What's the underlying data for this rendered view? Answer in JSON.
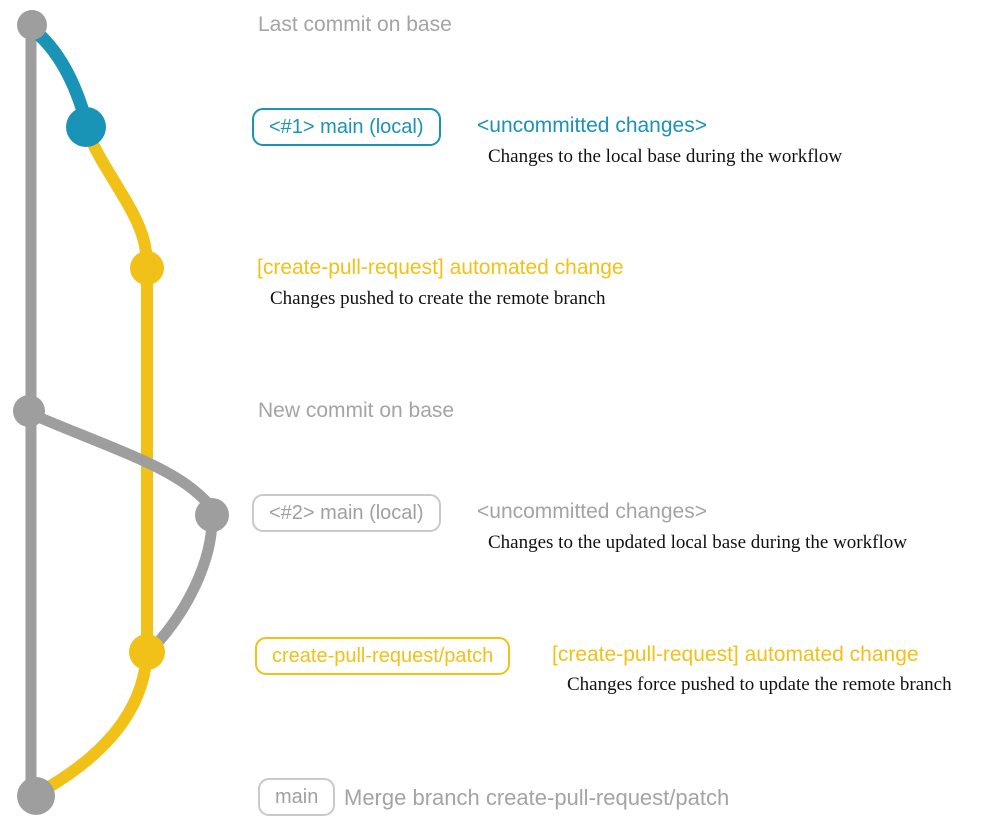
{
  "colors": {
    "gray": "#9e9e9e",
    "gray_light": "#c9c9c9",
    "blue": "#1993b6",
    "yellow": "#f1c117",
    "caption_text": "#111111"
  },
  "graph": {
    "commits": [
      {
        "id": "c1",
        "color_name": "gray",
        "meaning": "Last commit on base"
      },
      {
        "id": "c2",
        "color_name": "blue",
        "meaning": "<#1> main (local)"
      },
      {
        "id": "c3",
        "color_name": "yellow",
        "meaning": "[create-pull-request] automated change"
      },
      {
        "id": "c4",
        "color_name": "gray",
        "meaning": "New commit on base"
      },
      {
        "id": "c5",
        "color_name": "gray",
        "meaning": "<#2> main (local)"
      },
      {
        "id": "c6",
        "color_name": "yellow",
        "meaning": "create-pull-request/patch"
      },
      {
        "id": "c7",
        "color_name": "gray",
        "meaning": "main"
      }
    ]
  },
  "annotations": {
    "row1": {
      "title": "Last commit on base"
    },
    "row2": {
      "badge": "<#1> main (local)",
      "heading": "<uncommitted changes>",
      "caption": "Changes to the local base during the workflow"
    },
    "row3": {
      "heading": "[create-pull-request] automated change",
      "caption": "Changes pushed to create the remote branch"
    },
    "row4": {
      "title": "New commit on base"
    },
    "row5": {
      "badge": "<#2> main (local)",
      "heading": "<uncommitted changes>",
      "caption": "Changes to the updated local base during the workflow"
    },
    "row6": {
      "badge": "create-pull-request/patch",
      "heading": "[create-pull-request] automated change",
      "caption": "Changes force pushed to update the remote branch"
    },
    "row7": {
      "badge": "main",
      "heading": "Merge branch create-pull-request/patch"
    }
  }
}
